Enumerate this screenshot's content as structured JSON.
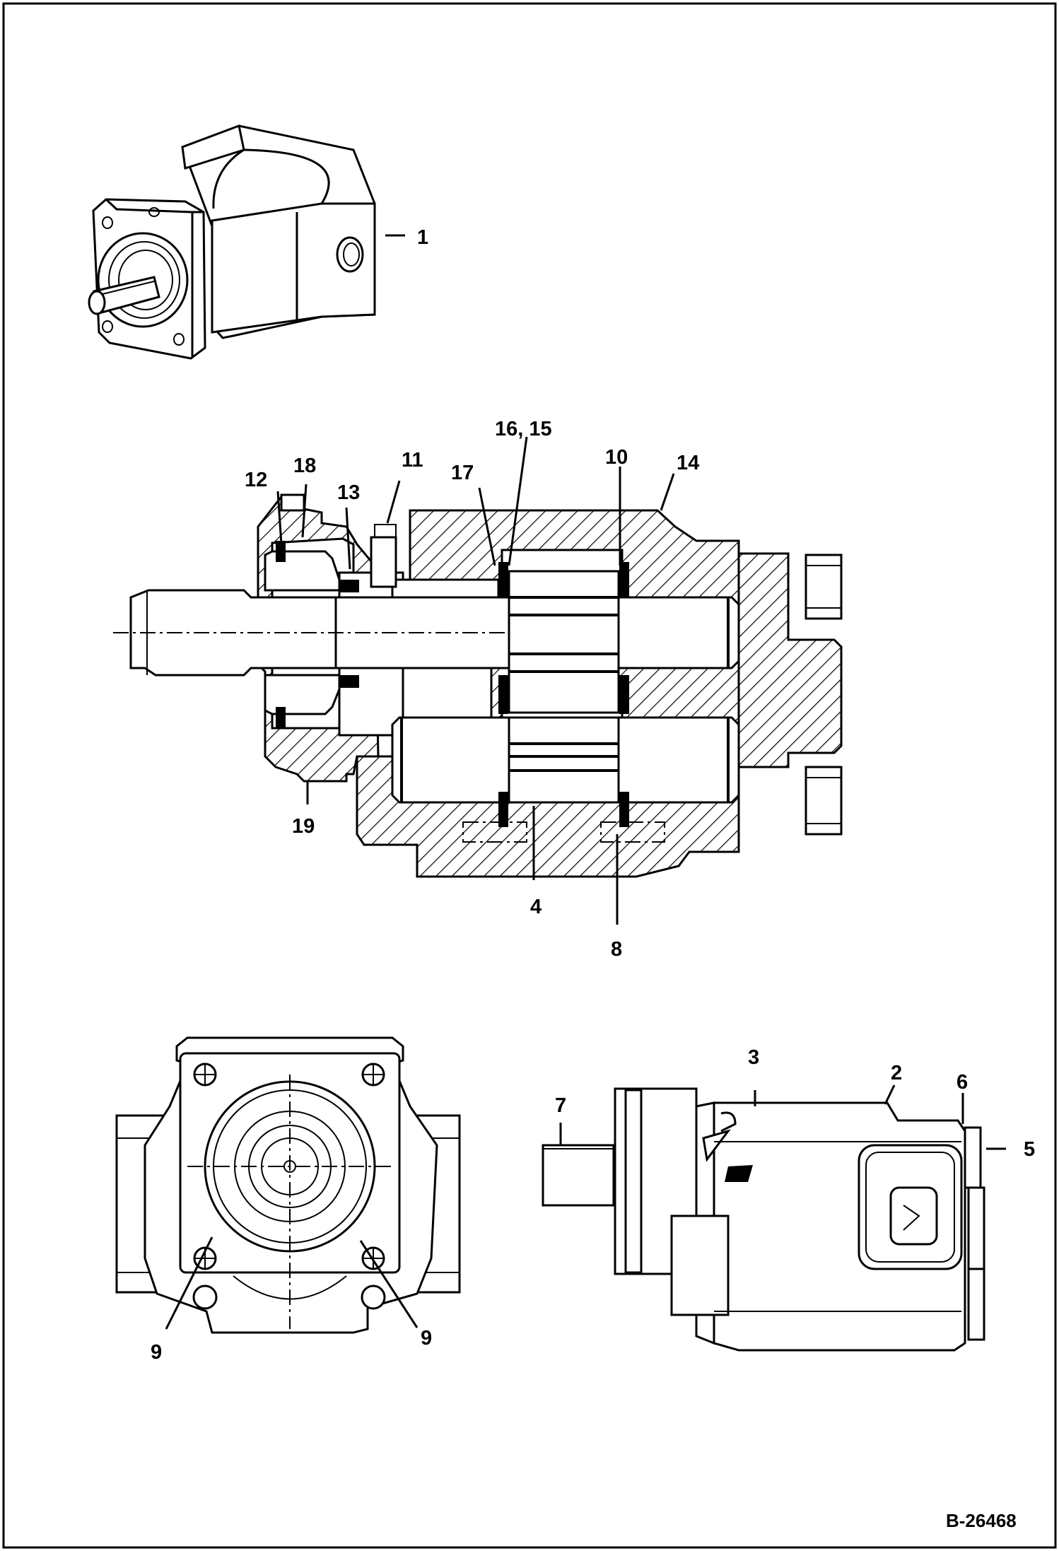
{
  "figure_code": "B-26468",
  "callouts": [
    {
      "key": "c1",
      "text": "1"
    },
    {
      "key": "c2",
      "text": "2"
    },
    {
      "key": "c3",
      "text": "3"
    },
    {
      "key": "c4",
      "text": "4"
    },
    {
      "key": "c5",
      "text": "5"
    },
    {
      "key": "c6",
      "text": "6"
    },
    {
      "key": "c7",
      "text": "7"
    },
    {
      "key": "c8",
      "text": "8"
    },
    {
      "key": "c9a",
      "text": "9"
    },
    {
      "key": "c9b",
      "text": "9"
    },
    {
      "key": "c10",
      "text": "10"
    },
    {
      "key": "c11",
      "text": "11"
    },
    {
      "key": "c12",
      "text": "12"
    },
    {
      "key": "c13",
      "text": "13"
    },
    {
      "key": "c14",
      "text": "14"
    },
    {
      "key": "c1615",
      "text": "16, 15"
    },
    {
      "key": "c17",
      "text": "17"
    },
    {
      "key": "c18",
      "text": "18"
    },
    {
      "key": "c19",
      "text": "19"
    }
  ]
}
